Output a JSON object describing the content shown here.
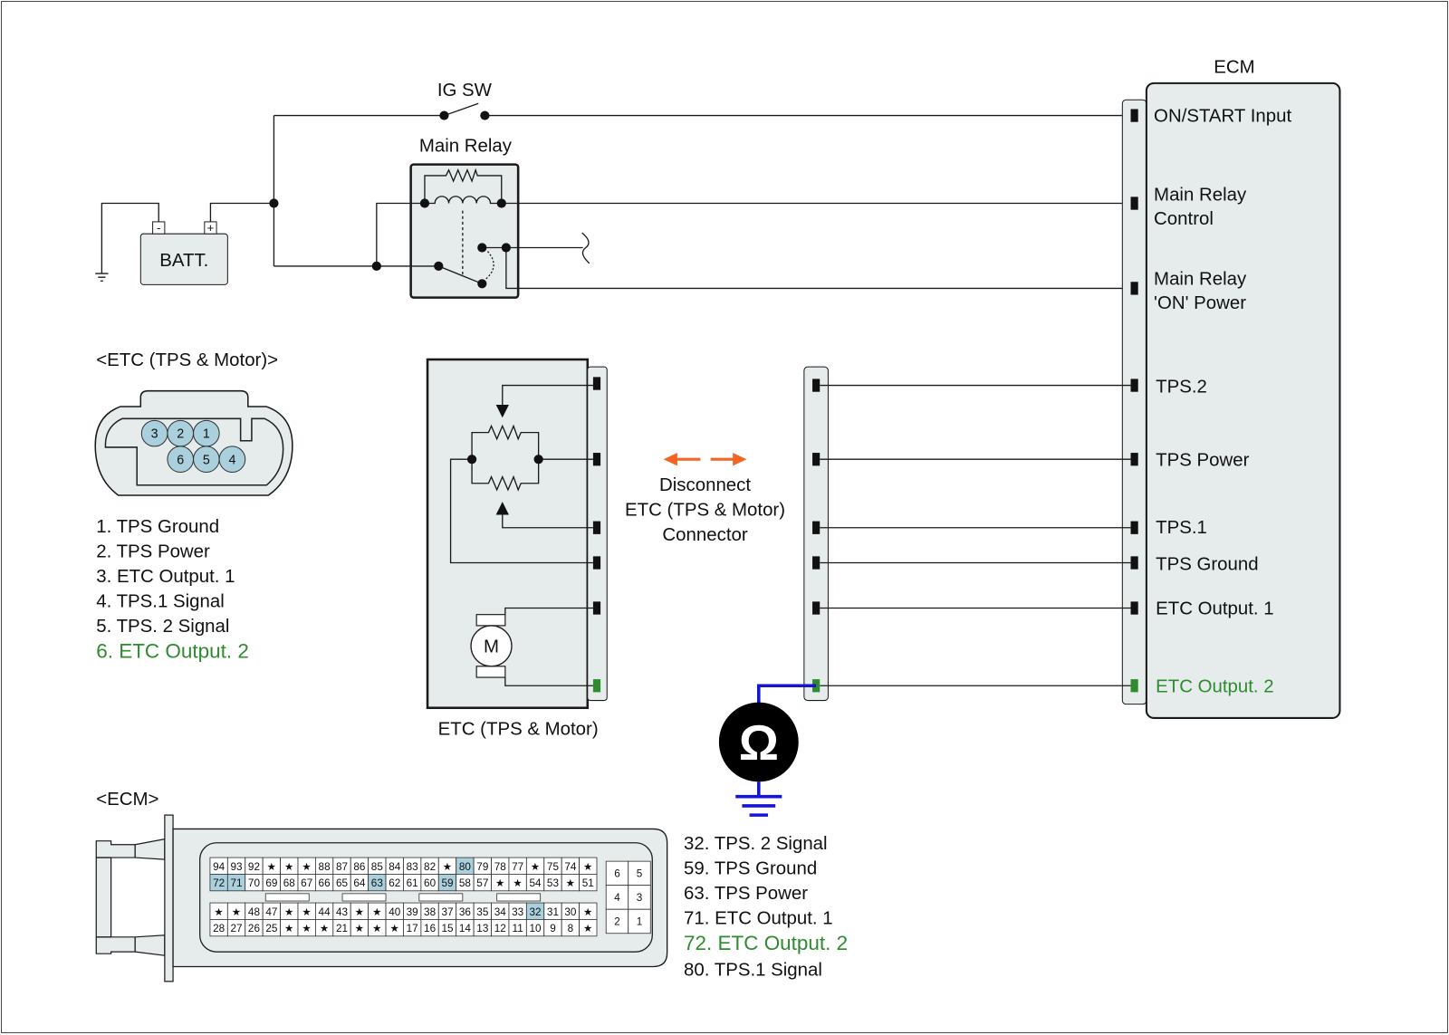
{
  "colors": {
    "measured_pin_green": "#2e8b2e",
    "probe_blue": "#1414d2",
    "disconnect_arrow_orange": "#f26522",
    "highlighted_pin_blue": "#a9d0dc",
    "component_fill": "#e6ecec"
  },
  "ecm": {
    "title": "ECM",
    "pins": {
      "on_start": "ON/START Input",
      "main_relay_control": [
        "Main Relay",
        "Control"
      ],
      "main_relay_on_power": [
        "Main Relay",
        "'ON' Power"
      ],
      "tps2": "TPS.2",
      "tps_power": "TPS Power",
      "tps1": "TPS.1",
      "tps_ground": "TPS Ground",
      "etc_output1": "ETC Output. 1",
      "etc_output2": "ETC Output. 2"
    }
  },
  "ig_switch": {
    "label": "IG SW"
  },
  "main_relay": {
    "label": "Main Relay"
  },
  "battery": {
    "label": "BATT.",
    "negative": "-",
    "positive": "+"
  },
  "etc_component": {
    "caption": "ETC (TPS & Motor)",
    "motor_label": "M"
  },
  "disconnect_note": [
    "Disconnect",
    "ETC (TPS & Motor)",
    "Connector"
  ],
  "ohmmeter": {
    "symbol": "Ω"
  },
  "etc_connector_view": {
    "title": "<ETC (TPS & Motor)>",
    "pins": [
      "3",
      "2",
      "1",
      "6",
      "5",
      "4"
    ],
    "legend": [
      "1. TPS Ground",
      "2. TPS Power",
      "3. ETC Output. 1",
      "4. TPS.1 Signal",
      "5. TPS. 2 Signal",
      "6. ETC Output. 2"
    ]
  },
  "ecm_connector_view": {
    "title": "<ECM>",
    "main_grid": {
      "rows": [
        [
          "94",
          "93",
          "92",
          "★",
          "★",
          "★",
          "88",
          "87",
          "86",
          "85",
          "84",
          "83",
          "82",
          "★",
          "80",
          "79",
          "78",
          "77",
          "★",
          "75",
          "74",
          "★"
        ],
        [
          "72",
          "71",
          "70",
          "69",
          "68",
          "67",
          "66",
          "65",
          "64",
          "63",
          "62",
          "61",
          "60",
          "59",
          "58",
          "57",
          "★",
          "★",
          "54",
          "53",
          "★",
          "51"
        ],
        [
          "★",
          "★",
          "48",
          "47",
          "★",
          "★",
          "44",
          "43",
          "★",
          "★",
          "40",
          "39",
          "38",
          "37",
          "36",
          "35",
          "34",
          "33",
          "32",
          "31",
          "30",
          "★"
        ],
        [
          "28",
          "27",
          "26",
          "25",
          "★",
          "★",
          "★",
          "21",
          "★",
          "★",
          "★",
          "17",
          "16",
          "15",
          "14",
          "13",
          "12",
          "11",
          "10",
          "9",
          "8",
          "★"
        ]
      ],
      "highlighted": [
        "80",
        "72",
        "71",
        "63",
        "59",
        "32"
      ]
    },
    "aux_grid": [
      [
        "6",
        "5"
      ],
      [
        "4",
        "3"
      ],
      [
        "2",
        "1"
      ]
    ],
    "legend": [
      "32. TPS. 2 Signal",
      "59. TPS Ground",
      "63. TPS Power",
      "71. ETC Output. 1",
      "72. ETC Output. 2",
      "80. TPS.1 Signal"
    ]
  }
}
